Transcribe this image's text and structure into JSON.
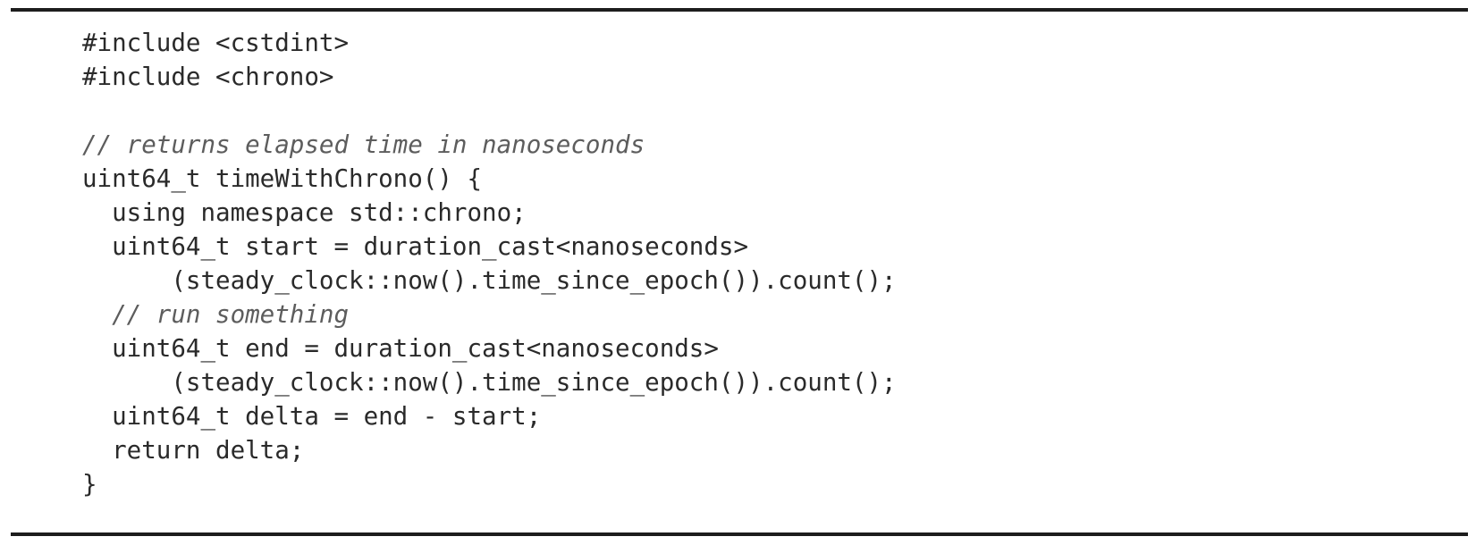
{
  "page": {
    "background": "#ffffff",
    "rule_color": "#1d1d1d"
  },
  "code_listing": {
    "language": "C++",
    "text_color": "#2a2a2a",
    "comment_color": "#5d5d5d",
    "lines": [
      {
        "type": "code",
        "text": "#include <cstdint>"
      },
      {
        "type": "code",
        "text": "#include <chrono>"
      },
      {
        "type": "blank",
        "text": ""
      },
      {
        "type": "comment",
        "text": "// returns elapsed time in nanoseconds"
      },
      {
        "type": "code",
        "text": "uint64_t timeWithChrono() {"
      },
      {
        "type": "code",
        "text": "  using namespace std::chrono;"
      },
      {
        "type": "code",
        "text": "  uint64_t start = duration_cast<nanoseconds>"
      },
      {
        "type": "code",
        "text": "      (steady_clock::now().time_since_epoch()).count();"
      },
      {
        "type": "comment",
        "text": "  // run something"
      },
      {
        "type": "code",
        "text": "  uint64_t end = duration_cast<nanoseconds>"
      },
      {
        "type": "code",
        "text": "      (steady_clock::now().time_since_epoch()).count();"
      },
      {
        "type": "code",
        "text": "  uint64_t delta = end - start;"
      },
      {
        "type": "code",
        "text": "  return delta;"
      },
      {
        "type": "code",
        "text": "}"
      }
    ]
  }
}
